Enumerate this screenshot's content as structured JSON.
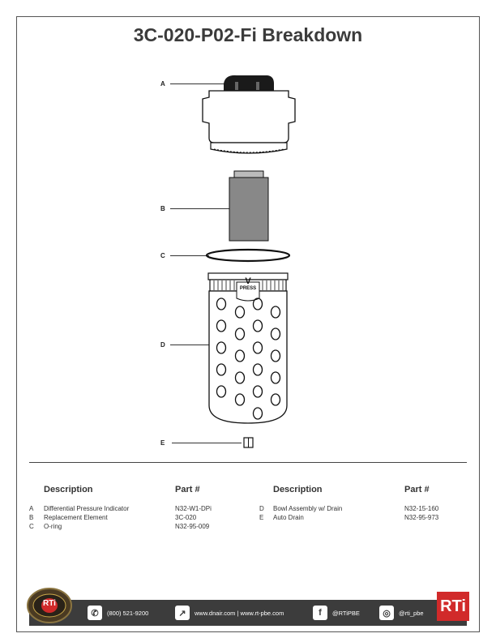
{
  "title": "3C-020-P02-Fi Breakdown",
  "callouts": [
    "A",
    "B",
    "C",
    "D",
    "E"
  ],
  "diagram": {
    "press_label": "PRESS",
    "press_arrow": "V"
  },
  "table": {
    "headers": {
      "description": "Description",
      "part": "Part #"
    },
    "left": [
      {
        "letter": "A",
        "description": "Differential Pressure Indicator",
        "part": "N32-W1-DPi"
      },
      {
        "letter": "B",
        "description": "Replacement Element",
        "part": "3C-020"
      },
      {
        "letter": "C",
        "description": "O-ring",
        "part": "N32-95-009"
      }
    ],
    "right": [
      {
        "letter": "D",
        "description": "Bowl Assembly w/ Drain",
        "part": "N32-15-160"
      },
      {
        "letter": "E",
        "description": "Auto Drain",
        "part": "N32-95-973"
      }
    ]
  },
  "footer": {
    "phone": "(800) 521-9200",
    "web": "www.dnair.com | www.rt-pbe.com",
    "facebook": "@RTiPBE",
    "instagram": "@rti_pbe",
    "badge_text": "RTi",
    "logo_text": "RTi"
  },
  "colors": {
    "footer_bg": "#3c3c3c",
    "logo_red": "#d12a2a",
    "element_gray": "#888888"
  }
}
